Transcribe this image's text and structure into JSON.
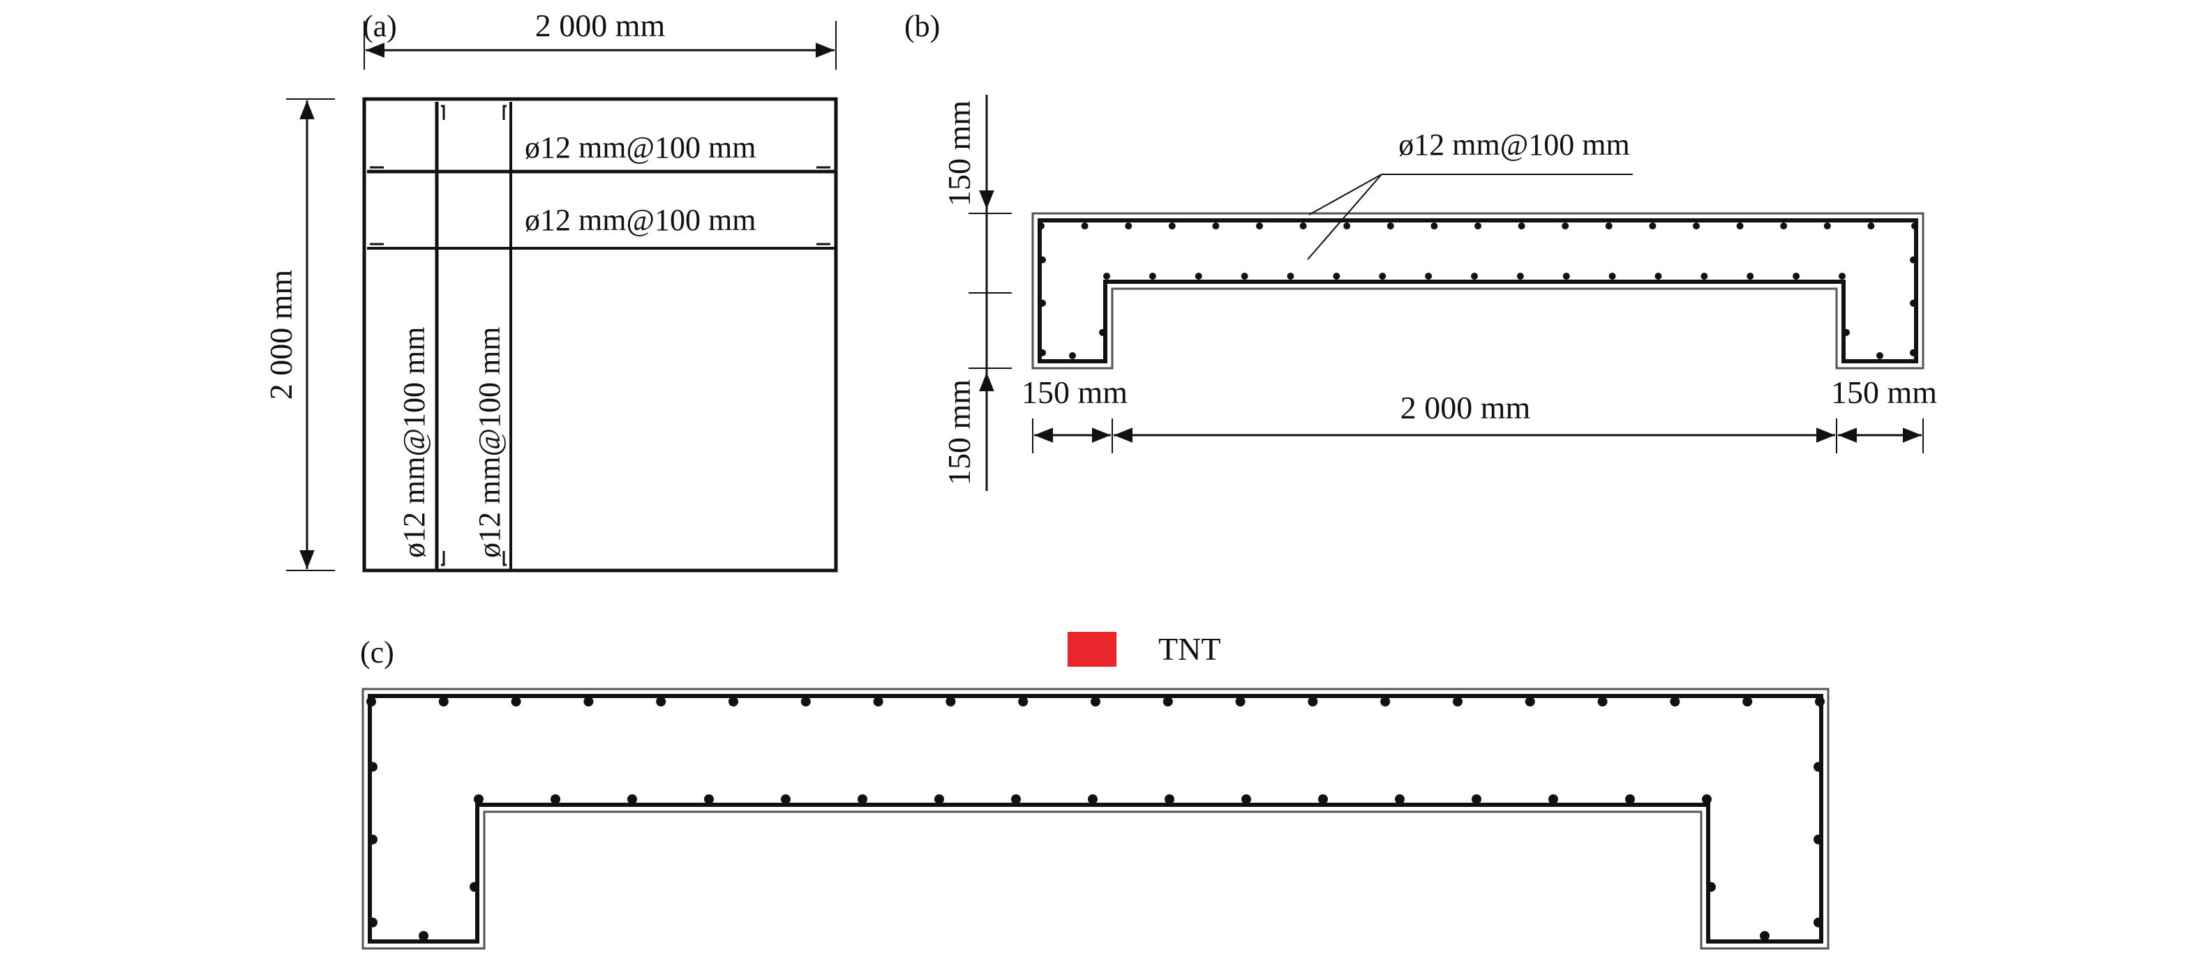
{
  "panel_a": {
    "label": "(a)",
    "width_dim": "2 000 mm",
    "height_dim": "2 000 mm",
    "rebar_h1": "ø12 mm@100 mm",
    "rebar_h2": "ø12 mm@100 mm",
    "rebar_v1": "ø12 mm@100 mm",
    "rebar_v2": "ø12 mm@100 mm"
  },
  "panel_b": {
    "label": "(b)",
    "rebar_note": "ø12 mm@100 mm",
    "top_thickness": "150 mm",
    "leg_height": "150 mm",
    "left_leg_width": "150 mm",
    "span": "2 000 mm",
    "right_leg_width": "150 mm"
  },
  "panel_c": {
    "label": "(c)",
    "legend_label": "TNT",
    "legend_color": "#e8262b"
  }
}
